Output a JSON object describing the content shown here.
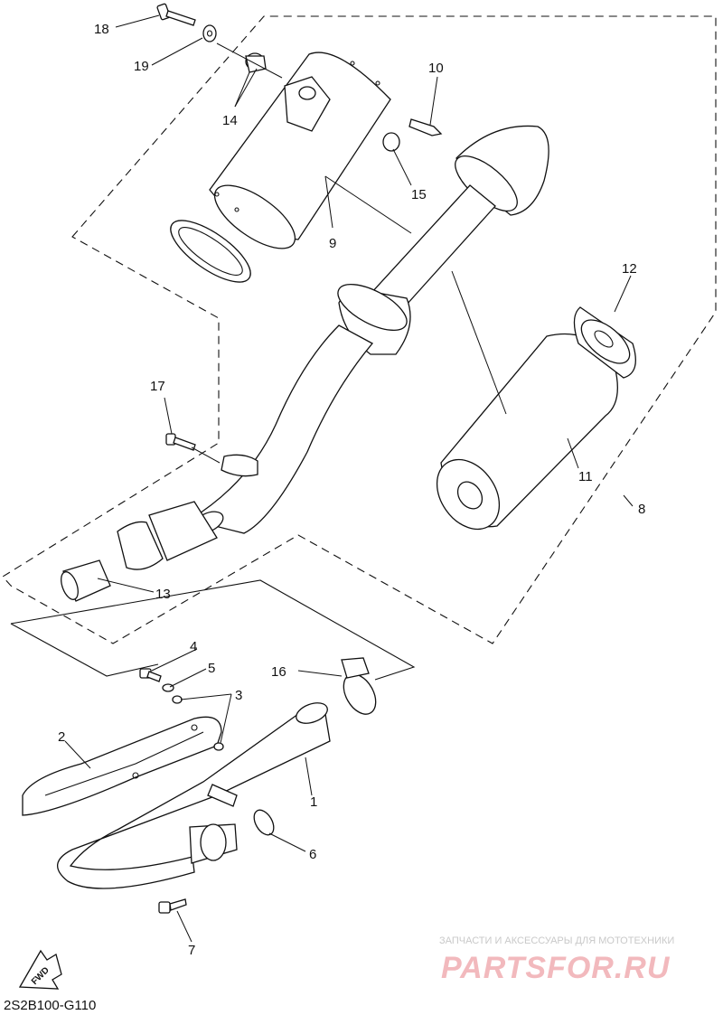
{
  "diagram_code": "2S2B100-G110",
  "fwd_label": "FWD",
  "watermark": {
    "tagline": "ЗАПЧАСТИ И АКСЕССУАРЫ ДЛЯ МОТОТЕХНИКИ",
    "brand": "PARTSFOR.RU"
  },
  "callouts": {
    "p1": "1",
    "p2": "2",
    "p3": "3",
    "p4": "4",
    "p5": "5",
    "p6": "6",
    "p7": "7",
    "p8": "8",
    "p9": "9",
    "p10": "10",
    "p11": "11",
    "p12": "12",
    "p13": "13",
    "p14": "14",
    "p15": "15",
    "p16": "16",
    "p17": "17",
    "p18": "18",
    "p19": "19"
  }
}
